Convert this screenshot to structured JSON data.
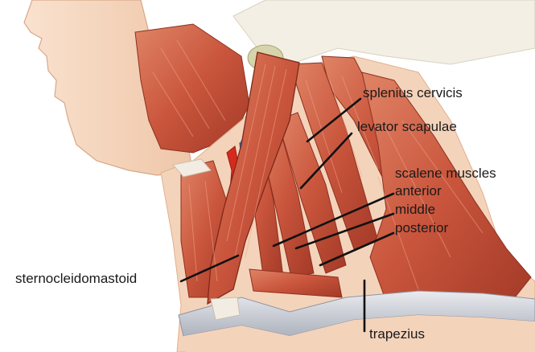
{
  "colors": {
    "skin": "#f6d9c2",
    "skin_shade": "#e8b898",
    "muscle": "#c9553c",
    "muscle_dark": "#9e3424",
    "muscle_light": "#e08466",
    "tendon": "#f2ece2",
    "bone": "#dcd9b8",
    "vein": "#2f6fc4",
    "artery": "#d72a1e",
    "leader": "#111111",
    "clavicle": "#c9ccd4"
  },
  "labels": {
    "splenius_cervicis": "splenius cervicis",
    "levator_scapulae": "levator scapulae",
    "scalene_muscles": "scalene muscles",
    "anterior": "anterior",
    "middle": "middle",
    "posterior": "posterior",
    "sternocleidomastoid": "sternocleidomastoid",
    "trapezius": "trapezius"
  }
}
